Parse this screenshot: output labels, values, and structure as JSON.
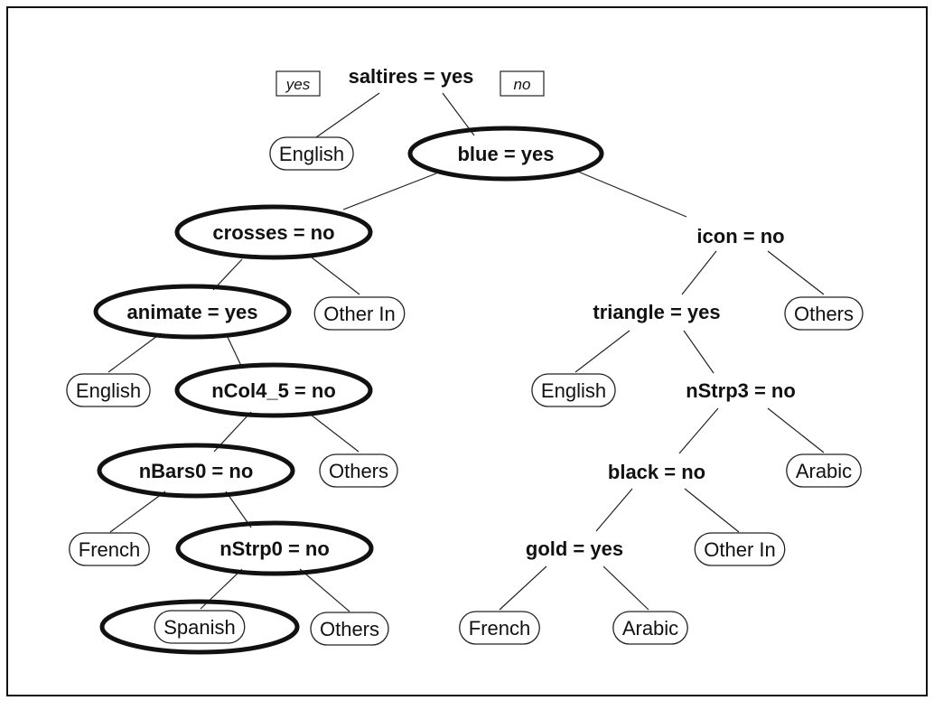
{
  "branch_labels": {
    "left": "yes",
    "right": "no"
  },
  "nodes": [
    {
      "id": "n0",
      "label": "saltires = yes",
      "kind": "split"
    },
    {
      "id": "n1",
      "label": "English",
      "kind": "leaf"
    },
    {
      "id": "n2",
      "label": "blue = yes",
      "kind": "split"
    },
    {
      "id": "n3",
      "label": "crosses = no",
      "kind": "split"
    },
    {
      "id": "n4",
      "label": "icon = no",
      "kind": "split"
    },
    {
      "id": "n5",
      "label": "animate = yes",
      "kind": "split"
    },
    {
      "id": "n6",
      "label": "Other In",
      "kind": "leaf"
    },
    {
      "id": "n7",
      "label": "triangle = yes",
      "kind": "split"
    },
    {
      "id": "n8",
      "label": "Others",
      "kind": "leaf"
    },
    {
      "id": "n9",
      "label": "English",
      "kind": "leaf"
    },
    {
      "id": "n10",
      "label": "nCol4_5 = no",
      "kind": "split"
    },
    {
      "id": "n11",
      "label": "English",
      "kind": "leaf"
    },
    {
      "id": "n12",
      "label": "nStrp3 = no",
      "kind": "split"
    },
    {
      "id": "n13",
      "label": "nBars0 = no",
      "kind": "split"
    },
    {
      "id": "n14",
      "label": "Others",
      "kind": "leaf"
    },
    {
      "id": "n15",
      "label": "black = no",
      "kind": "split"
    },
    {
      "id": "n16",
      "label": "Arabic",
      "kind": "leaf"
    },
    {
      "id": "n17",
      "label": "French",
      "kind": "leaf"
    },
    {
      "id": "n18",
      "label": "nStrp0 = no",
      "kind": "split"
    },
    {
      "id": "n19",
      "label": "gold = yes",
      "kind": "split"
    },
    {
      "id": "n20",
      "label": "Other In",
      "kind": "leaf"
    },
    {
      "id": "n21",
      "label": "Spanish",
      "kind": "leaf"
    },
    {
      "id": "n22",
      "label": "Others",
      "kind": "leaf"
    },
    {
      "id": "n23",
      "label": "French",
      "kind": "leaf"
    },
    {
      "id": "n24",
      "label": "Arabic",
      "kind": "leaf"
    }
  ],
  "edges": [
    [
      "n0",
      "n1"
    ],
    [
      "n0",
      "n2"
    ],
    [
      "n2",
      "n3"
    ],
    [
      "n2",
      "n4"
    ],
    [
      "n3",
      "n5"
    ],
    [
      "n3",
      "n6"
    ],
    [
      "n4",
      "n7"
    ],
    [
      "n4",
      "n8"
    ],
    [
      "n5",
      "n9"
    ],
    [
      "n5",
      "n10"
    ],
    [
      "n7",
      "n11"
    ],
    [
      "n7",
      "n12"
    ],
    [
      "n10",
      "n13"
    ],
    [
      "n10",
      "n14"
    ],
    [
      "n12",
      "n15"
    ],
    [
      "n12",
      "n16"
    ],
    [
      "n13",
      "n17"
    ],
    [
      "n13",
      "n18"
    ],
    [
      "n15",
      "n19"
    ],
    [
      "n15",
      "n20"
    ],
    [
      "n18",
      "n21"
    ],
    [
      "n18",
      "n22"
    ],
    [
      "n19",
      "n23"
    ],
    [
      "n19",
      "n24"
    ]
  ],
  "highlighted_path": [
    "n2",
    "n3",
    "n5",
    "n10",
    "n13",
    "n18",
    "n21"
  ]
}
